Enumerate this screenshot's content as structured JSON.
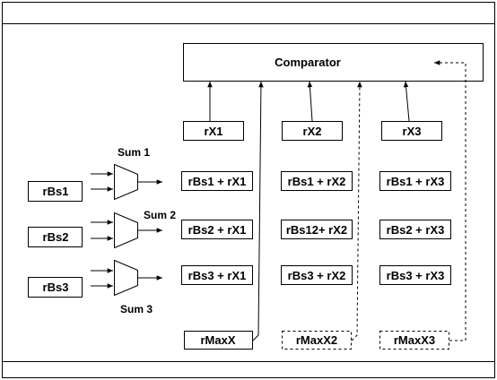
{
  "comparator": {
    "label": "Comparator"
  },
  "registers": [
    {
      "id": "rx1",
      "label": "rX1"
    },
    {
      "id": "rx2",
      "label": "rX2"
    },
    {
      "id": "rx3",
      "label": "rX3"
    }
  ],
  "bases": [
    {
      "id": "rbs1",
      "label": "rBs1"
    },
    {
      "id": "rbs2",
      "label": "rBs2"
    },
    {
      "id": "rbs3",
      "label": "rBs3"
    }
  ],
  "sums": [
    {
      "id": "sum1",
      "label": "Sum 1"
    },
    {
      "id": "sum2",
      "label": "Sum 2"
    },
    {
      "id": "sum3",
      "label": "Sum 3"
    }
  ],
  "grid": [
    [
      "rBs1 + rX1",
      "rBs1 + rX2",
      "rBs1 + rX3"
    ],
    [
      "rBs2 + rX1",
      "rBs12+ rX2",
      "rBs2 + rX3"
    ],
    [
      "rBs3 + rX1",
      "rBs3 + rX2",
      "rBs3 + rX3"
    ]
  ],
  "maxes": [
    {
      "id": "rmaxx",
      "label": "rMaxX",
      "style": "solid"
    },
    {
      "id": "rmaxx2",
      "label": "rMaxX2",
      "style": "dashed"
    },
    {
      "id": "rmaxx3",
      "label": "rMaxX3",
      "style": "dashed"
    }
  ],
  "colors": {
    "stroke": "#000000",
    "background": "#ffffff"
  }
}
